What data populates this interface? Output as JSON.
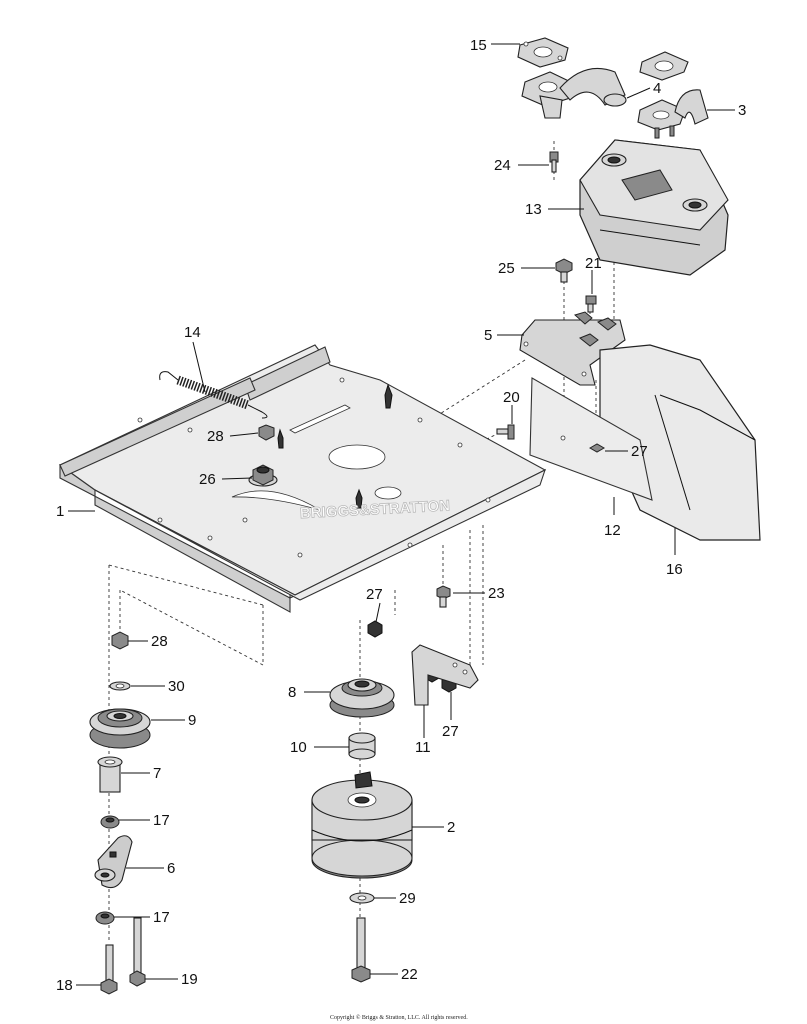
{
  "diagram": {
    "watermark": "BRIGGS&STRATTON",
    "copyright": "Copyright © Briggs & Stratton, LLC. All rights reserved.",
    "callouts": {
      "c1": "1",
      "c2": "2",
      "c3": "3",
      "c4": "4",
      "c5": "5",
      "c6": "6",
      "c7": "7",
      "c8": "8",
      "c9": "9",
      "c10": "10",
      "c11": "11",
      "c12": "12",
      "c13": "13",
      "c14": "14",
      "c15": "15",
      "c16": "16",
      "c17a": "17",
      "c17b": "17",
      "c18": "18",
      "c19": "19",
      "c20": "20",
      "c21": "21",
      "c22": "22",
      "c23": "23",
      "c24": "24",
      "c25": "25",
      "c26": "26",
      "c27a": "27",
      "c27b": "27",
      "c27c": "27",
      "c28a": "28",
      "c28b": "28",
      "c29": "29",
      "c30": "30"
    }
  }
}
